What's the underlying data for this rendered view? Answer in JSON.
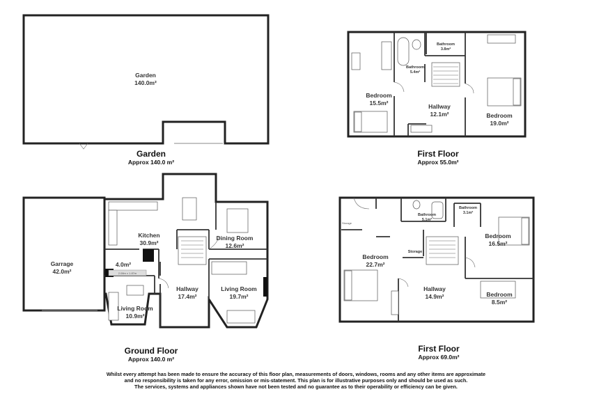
{
  "garden_plan": {
    "title": "Garden",
    "approx": "Approx 140.0 m²",
    "rooms": {
      "garden": {
        "name": "Garden",
        "area": "140.0m²"
      }
    }
  },
  "first_floor_top": {
    "title": "First Floor",
    "approx": "Approx 55.0m²",
    "rooms": {
      "bathroom_small": {
        "name": "Bathroom",
        "area": "3.8m²"
      },
      "bathroom": {
        "name": "Bathroom",
        "area": "5.4m²"
      },
      "bedroom_left": {
        "name": "Bedroom",
        "area": "15.5m²"
      },
      "hallway": {
        "name": "Hallway",
        "area": "12.1m²"
      },
      "bedroom_right": {
        "name": "Bedroom",
        "area": "19.0m²"
      }
    }
  },
  "ground_floor": {
    "title": "Ground Floor",
    "approx": "Approx 140.0 m²",
    "rooms": {
      "garrage": {
        "name": "Garrage",
        "area": "42.0m²"
      },
      "kitchen": {
        "name": "Kitchen",
        "area": "30.9m²"
      },
      "store": {
        "area": "4.0m²"
      },
      "measure": "2.08m x 1.87m",
      "dining": {
        "name": "Dining Room",
        "area": "12.6m²"
      },
      "hallway": {
        "name": "Hallway",
        "area": "17.4m²"
      },
      "living_right": {
        "name": "Living Room",
        "area": "19.7m²"
      },
      "living_left": {
        "name": "Living Room",
        "area": "10.9m²"
      }
    }
  },
  "first_floor_bottom": {
    "title": "First Floor",
    "approx": "Approx 69.0m²",
    "rooms": {
      "bathroom": {
        "name": "Bathroom",
        "area": "5.1m²"
      },
      "bathroom_small": {
        "name": "Bathroom",
        "area": "3.1m²"
      },
      "bedroom_large": {
        "name": "Bedroom",
        "area": "22.7m²"
      },
      "bedroom_right": {
        "name": "Bedroom",
        "area": "16.5m²"
      },
      "storage": {
        "name": "Storage"
      },
      "storage_left": {
        "name": "Storage"
      },
      "hallway": {
        "name": "Hallway",
        "area": "14.9m²"
      },
      "bedroom_small": {
        "name": "Bedroom",
        "area": "8.5m²"
      }
    }
  },
  "disclaimer": [
    "Whilst every attempt has been made to ensure the accuracy of this floor plan, measurements of doors, windows, rooms and any other items are approximate",
    "and no responsibility is taken for any error, omission or mis-statement. This plan is for illustrative purposes only and should be used as such.",
    "The services, systems and appliances shown have not been tested and no guarantee as to their operability or efficiency can be given."
  ]
}
